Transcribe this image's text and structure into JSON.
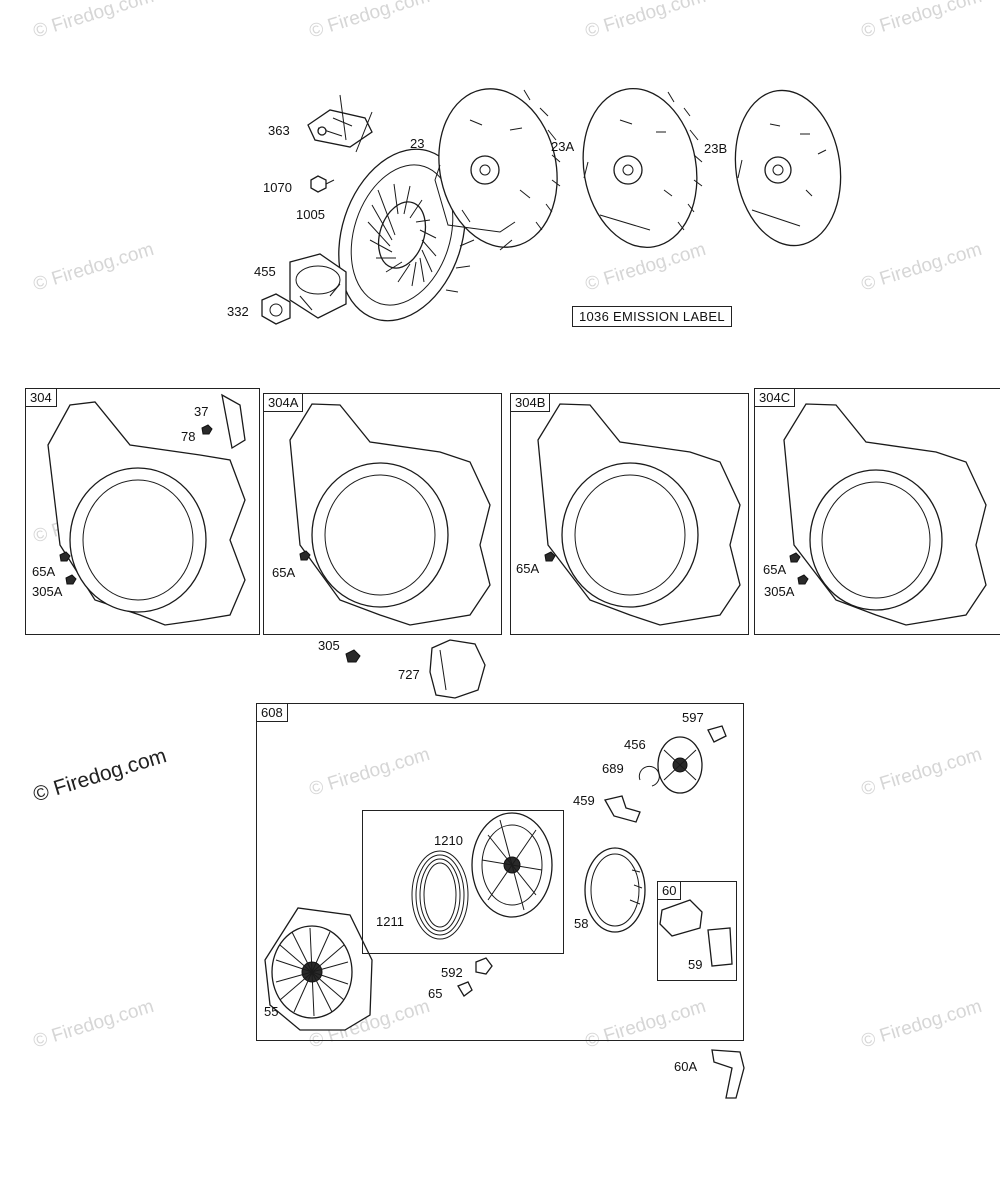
{
  "watermarks": {
    "small": "© Firedog.com",
    "large": "© Firedog.com"
  },
  "emission_label": "1036 EMISSION LABEL",
  "labels": {
    "l363": "363",
    "l23": "23",
    "l23a": "23A",
    "l23b": "23B",
    "l1070": "1070",
    "l1005": "1005",
    "l455": "455",
    "l332": "332",
    "l37": "37",
    "l78": "78",
    "l65a_1": "65A",
    "l305a_1": "305A",
    "l65a_2": "65A",
    "l65a_3": "65A",
    "l65a_4": "65A",
    "l305a_4": "305A",
    "l305": "305",
    "l727": "727",
    "l597": "597",
    "l456": "456",
    "l689": "689",
    "l459": "459",
    "l1210": "1210",
    "l1211": "1211",
    "l58": "58",
    "l592": "592",
    "l65": "65",
    "l55": "55",
    "l59": "59",
    "l60a": "60A"
  },
  "box_tags": {
    "b304": "304",
    "b304a": "304A",
    "b304b": "304B",
    "b304c": "304C",
    "b608": "608",
    "b60": "60"
  }
}
